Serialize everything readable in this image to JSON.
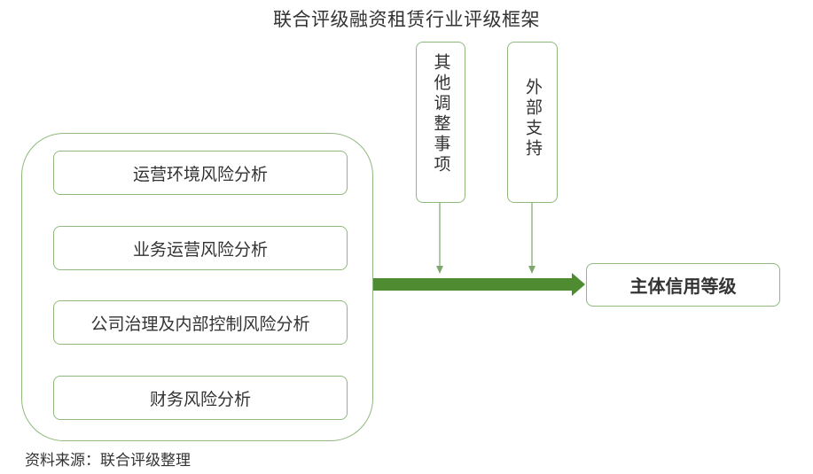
{
  "title": "联合评级融资租赁行业评级框架",
  "factors": [
    "运营环境风险分析",
    "业务运营风险分析",
    "公司治理及内部控制风险分析",
    "财务风险分析"
  ],
  "adjustments": {
    "other": "其他调整事项",
    "external": "外部支持"
  },
  "result": "主体信用等级",
  "source": "资料来源：联合评级整理",
  "colors": {
    "border": "#8fb87e",
    "arrow": "#4e8b31",
    "thin_arrow": "#7fa86e",
    "text": "#333333"
  }
}
